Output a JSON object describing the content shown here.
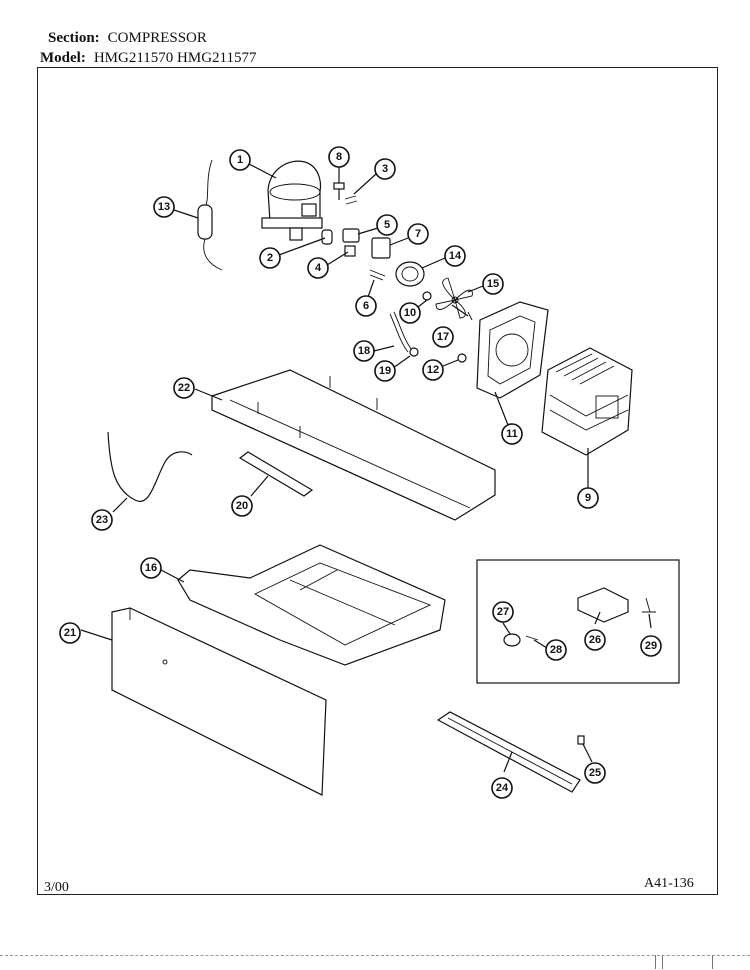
{
  "header": {
    "section_label": "Section:",
    "section_value": "COMPRESSOR",
    "model_label": "Model:",
    "model_value": "HMG211570 HMG211577"
  },
  "footer": {
    "date_code": "3/00",
    "page_code": "A41-136"
  },
  "callouts": [
    "1",
    "2",
    "3",
    "4",
    "5",
    "6",
    "7",
    "8",
    "9",
    "10",
    "11",
    "12",
    "13",
    "14",
    "15",
    "16",
    "17",
    "18",
    "19",
    "20",
    "21",
    "22",
    "23",
    "24",
    "25",
    "26",
    "27",
    "28",
    "29"
  ]
}
